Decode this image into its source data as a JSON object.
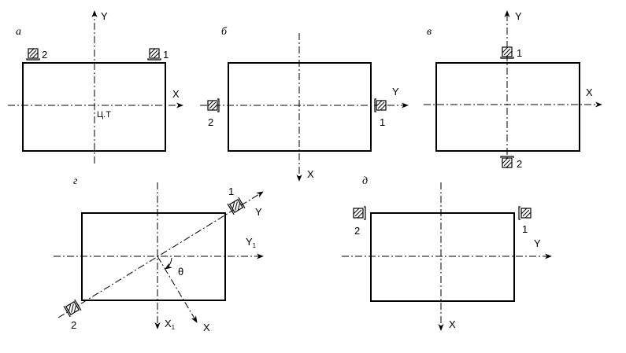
{
  "panels": {
    "a": {
      "letter": "а",
      "axis_y": "Y",
      "axis_x": "X",
      "center_label": "Ц.Т",
      "sensor_1": "1",
      "sensor_2": "2"
    },
    "b": {
      "letter": "б",
      "axis_y": "Y",
      "axis_x": "X",
      "sensor_1": "1",
      "sensor_2": "2"
    },
    "v": {
      "letter": "в",
      "axis_y": "Y",
      "axis_x": "X",
      "sensor_1": "1",
      "sensor_2": "2"
    },
    "g": {
      "letter": "г",
      "axis_y": "Y",
      "axis_y1": "Y",
      "axis_y1_sub": "1",
      "axis_x": "X",
      "axis_x1": "X",
      "axis_x1_sub": "1",
      "angle": "θ",
      "sensor_1": "1",
      "sensor_2": "2"
    },
    "d": {
      "letter": "д",
      "axis_y": "Y",
      "axis_x": "X",
      "sensor_1": "1",
      "sensor_2": "2"
    }
  }
}
